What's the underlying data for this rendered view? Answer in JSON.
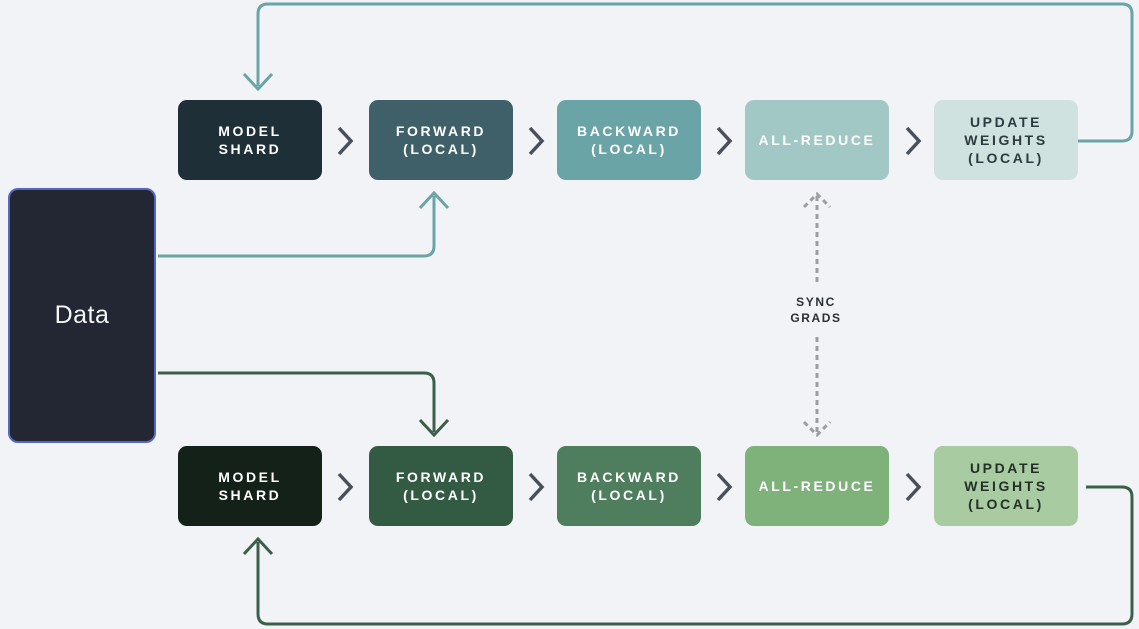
{
  "data_label": "Data",
  "sync_label": "SYNC\nGRADS",
  "top_row": [
    {
      "label": "MODEL\nSHARD",
      "bg": "#1f2f37",
      "fg": "#ffffff"
    },
    {
      "label": "FORWARD\n(LOCAL)",
      "bg": "#3f6069",
      "fg": "#ffffff"
    },
    {
      "label": "BACKWARD\n(LOCAL)",
      "bg": "#6aa4a7",
      "fg": "#ffffff"
    },
    {
      "label": "ALL-REDUCE",
      "bg": "#a2c8c6",
      "fg": "#ffffff"
    },
    {
      "label": "UPDATE\nWEIGHTS\n(LOCAL)",
      "bg": "#cfe2df",
      "fg": "#2d3b3f"
    }
  ],
  "bottom_row": [
    {
      "label": "MODEL\nSHARD",
      "bg": "#132119",
      "fg": "#ffffff"
    },
    {
      "label": "FORWARD\n(LOCAL)",
      "bg": "#335a42",
      "fg": "#ffffff"
    },
    {
      "label": "BACKWARD\n(LOCAL)",
      "bg": "#4e7e5d",
      "fg": "#ffffff"
    },
    {
      "label": "ALL-REDUCE",
      "bg": "#7fb17b",
      "fg": "#ffffff"
    },
    {
      "label": "UPDATE\nWEIGHTS\n(LOCAL)",
      "bg": "#a8cba2",
      "fg": "#233026"
    }
  ],
  "colors": {
    "top_loop": "#6aa4a7",
    "bottom_loop": "#3c5f49",
    "chevron": "#4a5059",
    "sync_arrow": "#9b9ea3"
  }
}
